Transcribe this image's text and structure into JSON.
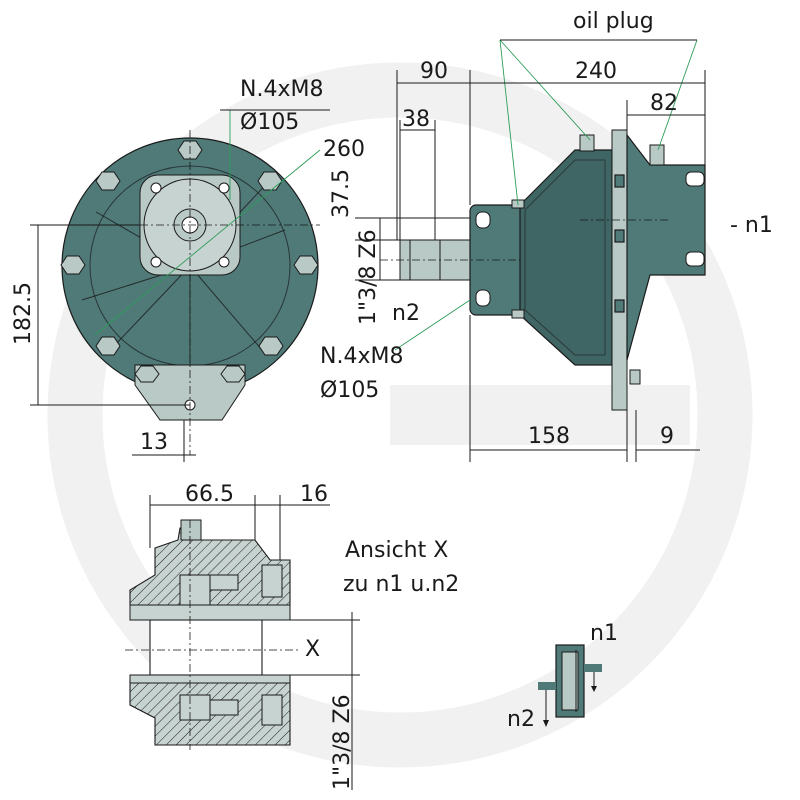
{
  "labels": {
    "oil_plug": "oil plug",
    "dim_90": "90",
    "dim_240": "240",
    "dim_82": "82",
    "dim_38": "38",
    "n4xm8_top": "N.4xM8",
    "d105_top": "Ø105",
    "dim_260": "260",
    "dim_37_5": "37.5",
    "shaft_z6_side": "1\"3/8 Z6",
    "n1_side": "- n1",
    "n2_side": "n2",
    "dim_182_5": "182.5",
    "n4xm8_bottom": "N.4xM8",
    "d105_bottom": "Ø105",
    "dim_13": "13",
    "dim_158": "158",
    "dim_9": "9",
    "dim_66_5": "66.5",
    "dim_16": "16",
    "ansicht_line1": "Ansicht X",
    "ansicht_line2": "zu n1 u.n2",
    "x_label": "X",
    "shaft_z6_section": "1\"3/8 Z6",
    "n1_schematic": "n1",
    "n2_schematic": "n2"
  },
  "colors": {
    "housing": "#4f7a78",
    "housing_dark": "#3f6664",
    "flange_light": "#b9c9c6",
    "section_fill": "#c7d3d1",
    "leader_lines": "#2e9c5a",
    "watermark": "#e6e6e6"
  }
}
